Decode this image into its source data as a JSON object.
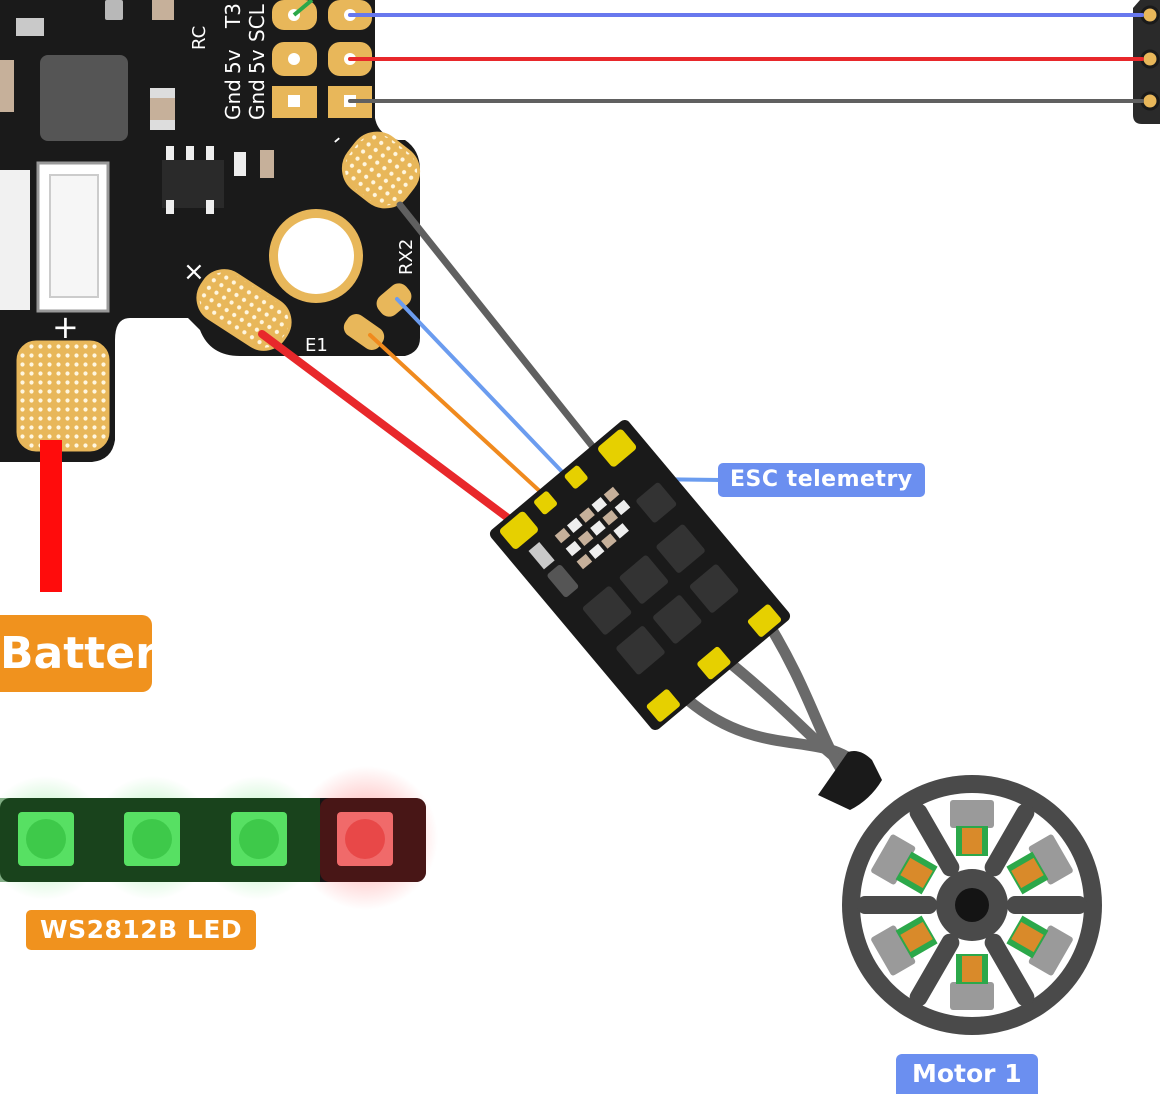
{
  "silkscreen": {
    "rc": "RC",
    "t3": "T3",
    "scl": "SCL",
    "fivev_a": "5v",
    "fivev_b": "5v",
    "gnd_a": "Gnd",
    "gnd_b": "Gnd",
    "rx2": "RX2",
    "e1": "E1",
    "plus": "+",
    "minus": "-",
    "x_mark": "×"
  },
  "labels": {
    "esc_telemetry": "ESC telemetry",
    "battery": "Battery +",
    "led": "WS2812B LED",
    "motor": "Motor 1"
  },
  "colors": {
    "board": "#1a1a1a",
    "pad": "#e8b75a",
    "wire_power": "#e8282b",
    "wire_ground": "#606060",
    "wire_telemetry": "#6b9cef",
    "wire_signal": "#f08a1e",
    "wire_t3": "#6878ee",
    "label_blue": "#6b8ff0",
    "label_orange": "#f0921e",
    "led_green": "#3ec94a",
    "led_red": "#e84848"
  }
}
